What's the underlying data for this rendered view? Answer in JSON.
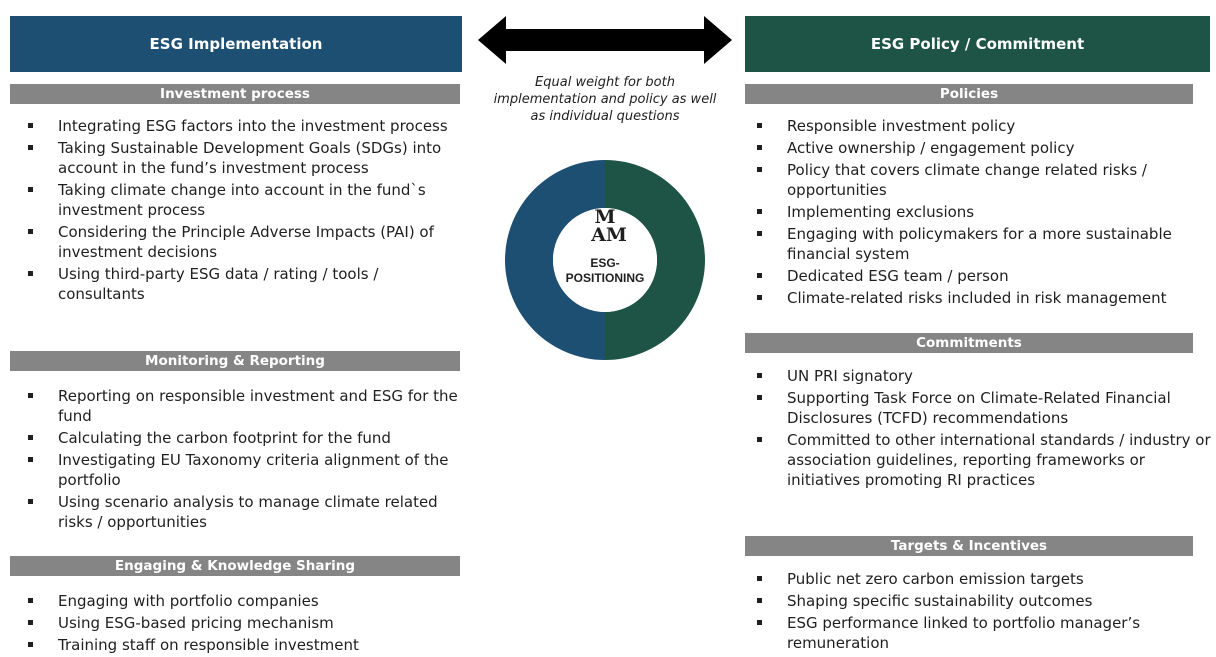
{
  "left": {
    "banner": "ESG Implementation",
    "sections": [
      {
        "title": "Investment process",
        "items": [
          "Integrating ESG factors into the investment process",
          "Taking Sustainable Development Goals (SDGs) into account in the fund’s investment process",
          "Taking climate change into account in the fund`s investment process",
          "Considering the Principle Adverse Impacts (PAI) of investment decisions",
          "Using third-party ESG data / rating / tools / consultants"
        ]
      },
      {
        "title": "Monitoring & Reporting",
        "items": [
          "Reporting on responsible investment and ESG for the fund",
          "Calculating the carbon footprint for the fund",
          "Investigating EU Taxonomy criteria alignment of the portfolio",
          "Using scenario analysis to manage climate related risks / opportunities"
        ]
      },
      {
        "title": "Engaging & Knowledge Sharing",
        "items": [
          "Engaging with portfolio companies",
          "Using ESG-based pricing mechanism",
          "Training staff on responsible investment"
        ]
      }
    ]
  },
  "right": {
    "banner": "ESG Policy / Commitment",
    "sections": [
      {
        "title": "Policies",
        "items": [
          "Responsible investment policy",
          "Active ownership / engagement policy",
          "Policy that covers climate change related risks / opportunities",
          "Implementing exclusions",
          "Engaging with policymakers for a more sustainable financial system",
          "Dedicated ESG team / person",
          "Climate-related risks included in risk management"
        ]
      },
      {
        "title": "Commitments",
        "items": [
          "UN PRI signatory",
          "Supporting Task Force on Climate-Related Financial Disclosures (TCFD) recommendations",
          "Committed to other international standards / industry or association guidelines, reporting frameworks or initiatives promoting RI practices"
        ]
      },
      {
        "title": "Targets & Incentives",
        "items": [
          "Public net zero carbon emission targets",
          "Shaping specific sustainability outcomes",
          "ESG performance linked to portfolio manager’s remuneration"
        ]
      }
    ]
  },
  "center": {
    "caption": "Equal weight for both implementation and policy as well as individual questions",
    "logo_line1": "M",
    "logo_line2": "AM",
    "label_line1": "ESG-",
    "label_line2": "POSITIONING",
    "donut_split": [
      0.5,
      0.5
    ]
  },
  "colors": {
    "implementation": "#1d4f73",
    "policy": "#1e5446",
    "section_header": "#858585"
  }
}
